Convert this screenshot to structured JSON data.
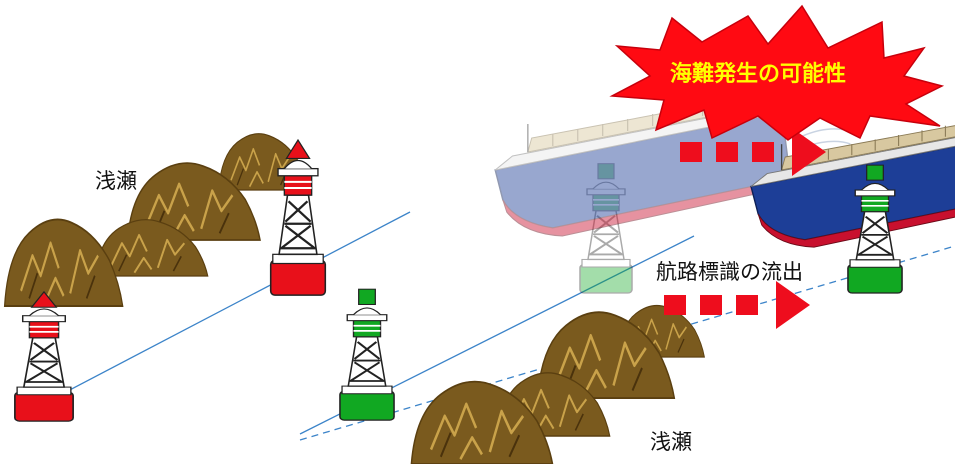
{
  "labels": {
    "shoal_left": "浅瀬",
    "shoal_bottom": "浅瀬",
    "buoy_drift": "航路標識の流出",
    "accident_risk": "海難発生の可能性"
  },
  "colors": {
    "port_red": "#e8101a",
    "starboard_green": "#11a822",
    "rock_brown": "#7a5a1e",
    "arrow_red": "#ee0d1d",
    "burst_red": "#ff0a12",
    "burst_text": "#ffff00",
    "channel_line": "#3c84c9",
    "ship_hull_blue": "#1d3e97",
    "ship_hull_red": "#c8102e"
  },
  "icons": {
    "port_buoy": "red-lateral-buoy-icon",
    "starboard_buoy": "green-lateral-buoy-icon",
    "ship": "container-ship-icon",
    "rock": "rock-shoal-icon",
    "arrow": "dashed-arrow-icon",
    "burst": "explosion-burst-icon"
  }
}
